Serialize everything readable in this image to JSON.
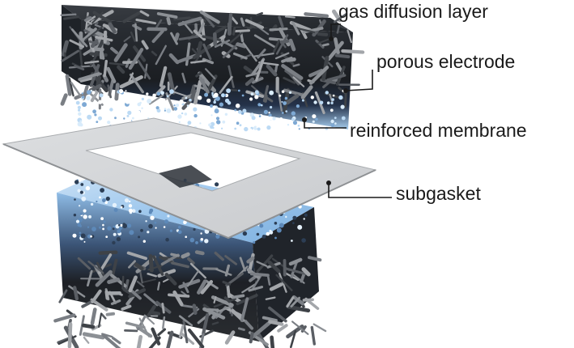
{
  "labels": {
    "gas_diffusion_layer": "gas diffusion layer",
    "porous_electrode": "porous electrode",
    "reinforced_membrane": "reinforced membrane",
    "subgasket": "subgasket"
  },
  "colors": {
    "fiber_dark": "#1c1f24",
    "fiber_gray": "#6f7379",
    "membrane_blue": "#9fc8ec",
    "subgasket_gray": "#d4d6d8",
    "leader_line": "#1a1a1a"
  }
}
